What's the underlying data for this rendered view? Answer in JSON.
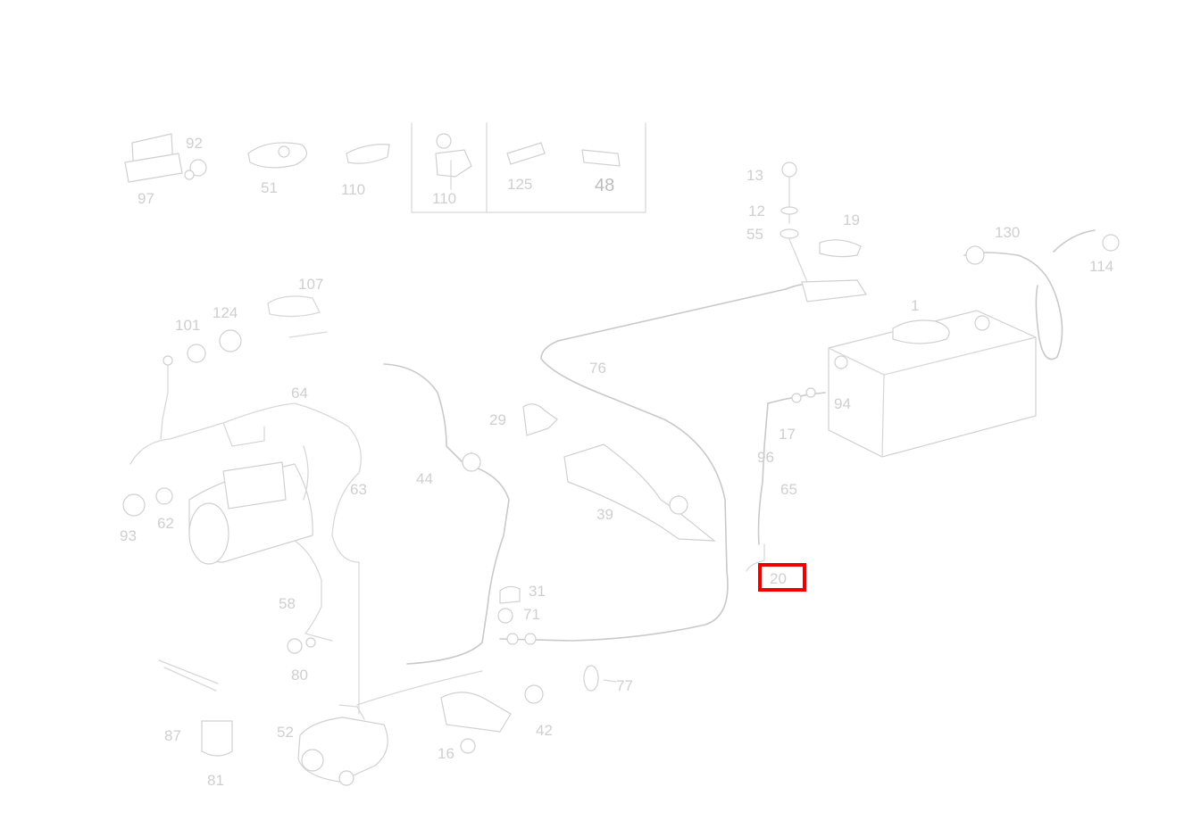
{
  "diagram": {
    "callouts": {
      "inset_97": "97",
      "inset_92": "92",
      "inset_51": "51",
      "inset_110a": "110",
      "inset_110b": "110",
      "inset_125": "125",
      "inset_48": "48",
      "l_101": "101",
      "l_124": "124",
      "l_107": "107",
      "l_64": "64",
      "l_93": "93",
      "l_62": "62",
      "l_63": "63",
      "l_58": "58",
      "l_80": "80",
      "l_87": "87",
      "l_81": "81",
      "l_44": "44",
      "l_29": "29",
      "l_76": "76",
      "l_39": "39",
      "l_31": "31",
      "l_71": "71",
      "l_77": "77",
      "l_52": "52",
      "l_16": "16",
      "l_42": "42",
      "l_13": "13",
      "l_12": "12",
      "l_55": "55",
      "l_19": "19",
      "l_130": "130",
      "l_114": "114",
      "l_1": "1",
      "l_94": "94",
      "l_17": "17",
      "l_96": "96",
      "l_65": "65",
      "l_20": "20"
    },
    "highlight_color": "#ee0000",
    "line_color": "#d8d8d8"
  }
}
